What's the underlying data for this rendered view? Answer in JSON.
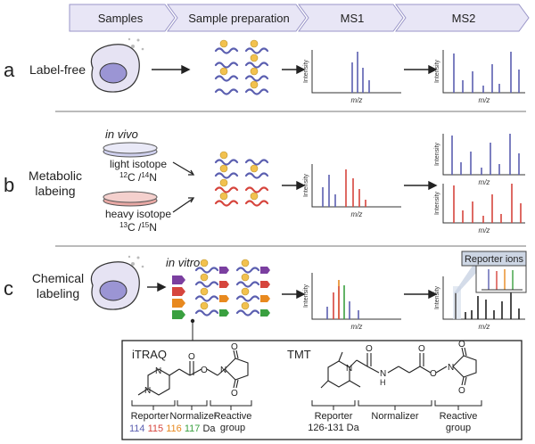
{
  "header": {
    "steps": [
      "Samples",
      "Sample preparation",
      "MS1",
      "MS2"
    ]
  },
  "rows": [
    {
      "letter": "a",
      "label_lines": [
        "Label-free"
      ]
    },
    {
      "letter": "b",
      "label_lines": [
        "Metabolic",
        "labeing"
      ]
    },
    {
      "letter": "c",
      "label_lines": [
        "Chemical",
        "labeling"
      ]
    }
  ],
  "spectra": {
    "x_label": "m/z",
    "y_label": "Intensity"
  },
  "metabolic": {
    "in_vivo": "in vivo",
    "light_label": "light isotope",
    "light_formula": {
      "m1": "12",
      "e1": "C /",
      "m2": "14",
      "e2": "N"
    },
    "heavy_label": "heavy isotope",
    "heavy_formula": {
      "m1": "13",
      "e1": "C /",
      "m2": "15",
      "e2": "N"
    }
  },
  "chemical": {
    "in_vitro": "in vitro",
    "reporter_ions": "Reporter ions"
  },
  "reagents": {
    "itraq": {
      "name": "iTRAQ",
      "reporter": "Reporter",
      "normalizer": "Normalizer",
      "reactive": [
        "Reactive",
        "group"
      ],
      "masses": [
        {
          "value": "114",
          "color": "#5b5fb0"
        },
        {
          "value": "115",
          "color": "#d6453d"
        },
        {
          "value": "116",
          "color": "#e8891f"
        },
        {
          "value": "117",
          "color": "#3aa040"
        }
      ],
      "unit": "Da"
    },
    "tmt": {
      "name": "TMT",
      "reporter": [
        "Reporter",
        "126-131 Da"
      ],
      "normalizer": "Normalizer",
      "reactive": [
        "Reactive",
        "group"
      ]
    },
    "atoms": {
      "N": "N",
      "O": "O",
      "H": "H"
    }
  },
  "colors": {
    "blue": "#5b5fb0",
    "red": "#d6453d",
    "orange": "#e8891f",
    "green": "#3aa040",
    "purple": "#7b3fa0",
    "phospho": "#f2c14e",
    "header_fill": "#e8e6f6",
    "header_stroke": "#9a96c8"
  }
}
